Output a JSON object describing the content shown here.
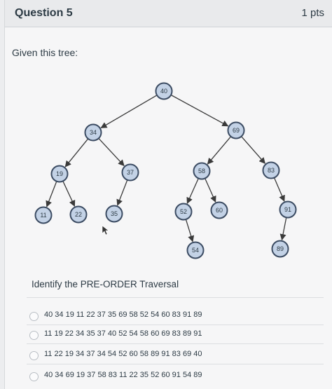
{
  "question": {
    "title": "Question 5",
    "points": "1 pts",
    "prompt": "Given this tree:",
    "ask": "Identify the PRE-ORDER Traversal"
  },
  "tree": {
    "nodes": [
      {
        "id": "n40",
        "label": "40"
      },
      {
        "id": "n34",
        "label": "34"
      },
      {
        "id": "n69",
        "label": "69"
      },
      {
        "id": "n19",
        "label": "19"
      },
      {
        "id": "n37",
        "label": "37"
      },
      {
        "id": "n58",
        "label": "58"
      },
      {
        "id": "n83",
        "label": "83"
      },
      {
        "id": "n11",
        "label": "11"
      },
      {
        "id": "n22",
        "label": "22"
      },
      {
        "id": "n35",
        "label": "35"
      },
      {
        "id": "n52",
        "label": "52"
      },
      {
        "id": "n60",
        "label": "60"
      },
      {
        "id": "n91",
        "label": "91"
      },
      {
        "id": "n54",
        "label": "54"
      },
      {
        "id": "n89",
        "label": "89"
      }
    ],
    "edges": [
      [
        "n40",
        "n34"
      ],
      [
        "n40",
        "n69"
      ],
      [
        "n34",
        "n19"
      ],
      [
        "n34",
        "n37"
      ],
      [
        "n19",
        "n11"
      ],
      [
        "n19",
        "n22"
      ],
      [
        "n37",
        "n35"
      ],
      [
        "n69",
        "n58"
      ],
      [
        "n69",
        "n83"
      ],
      [
        "n58",
        "n52"
      ],
      [
        "n58",
        "n60"
      ],
      [
        "n52",
        "n54"
      ],
      [
        "n83",
        "n91"
      ],
      [
        "n91",
        "n89"
      ]
    ]
  },
  "options": [
    "40 34 19 11 22 37 35 69 58 52 54 60 83 91 89",
    "11 19 22 34 35 37 40 52 54 58 60 69 83 89 91",
    "11 22 19 34 37 34 54 52 60 58 89 91 83 69 40",
    "40 34 69 19 37 58 83 11 22 35 52 60 91 54 89"
  ]
}
